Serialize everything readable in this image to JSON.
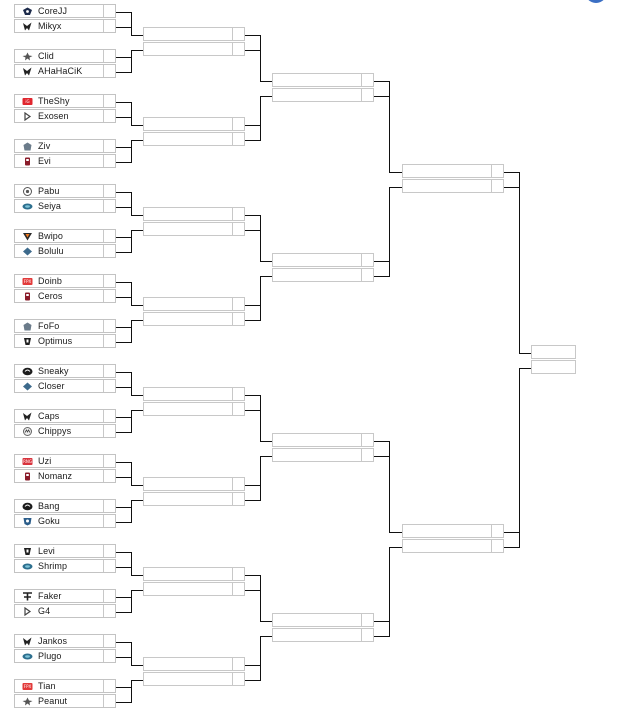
{
  "players": [
    {
      "name": "CoreJJ",
      "logo": "tl-icon"
    },
    {
      "name": "Mikyx",
      "logo": "g2-icon"
    },
    {
      "name": "Clid",
      "logo": "jdg-icon"
    },
    {
      "name": "AHaHaCiK",
      "logo": "g2-icon"
    },
    {
      "name": "TheShy",
      "logo": "ig-icon"
    },
    {
      "name": "Exosen",
      "logo": "g4-icon"
    },
    {
      "name": "Ziv",
      "logo": "fw-icon"
    },
    {
      "name": "Evi",
      "logo": "dfm-icon"
    },
    {
      "name": "Pabu",
      "logo": "tt-icon"
    },
    {
      "name": "Seiya",
      "logo": "infinity-icon"
    },
    {
      "name": "Bwipo",
      "logo": "fnc-icon"
    },
    {
      "name": "Bolulu",
      "logo": "mad-icon"
    },
    {
      "name": "Doinb",
      "logo": "fpx-icon"
    },
    {
      "name": "Ceros",
      "logo": "dfm-icon"
    },
    {
      "name": "FoFo",
      "logo": "fw-icon"
    },
    {
      "name": "Optimus",
      "logo": "gam-icon"
    },
    {
      "name": "Sneaky",
      "logo": "c9-icon"
    },
    {
      "name": "Closer",
      "logo": "mad-icon"
    },
    {
      "name": "Caps",
      "logo": "g2-icon"
    },
    {
      "name": "Chippys",
      "logo": "mmm-icon"
    },
    {
      "name": "Uzi",
      "logo": "rng-icon"
    },
    {
      "name": "Nomanz",
      "logo": "dfm-icon"
    },
    {
      "name": "Bang",
      "logo": "c9-icon"
    },
    {
      "name": "Goku",
      "logo": "unicorn-icon"
    },
    {
      "name": "Levi",
      "logo": "gam-icon"
    },
    {
      "name": "Shrimp",
      "logo": "infinity-icon"
    },
    {
      "name": "Faker",
      "logo": "t1-icon"
    },
    {
      "name": "G4",
      "logo": "g4-icon"
    },
    {
      "name": "Jankos",
      "logo": "g2-icon"
    },
    {
      "name": "Plugo",
      "logo": "infinity-icon"
    },
    {
      "name": "Tian",
      "logo": "fpx-icon"
    },
    {
      "name": "Peanut",
      "logo": "jdg-icon"
    }
  ],
  "rounds": [
    {
      "matches": 16
    },
    {
      "matches": 8
    },
    {
      "matches": 4
    },
    {
      "matches": 2
    },
    {
      "matches": 1
    }
  ],
  "colors": {
    "slot_border": "#c3c3c3",
    "connector": "#111111",
    "accent": "#3b6fc4"
  }
}
